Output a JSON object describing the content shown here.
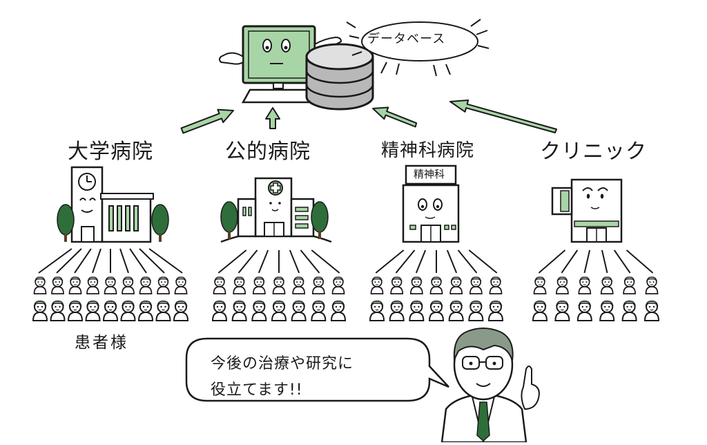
{
  "database": {
    "label": "データベース",
    "icon": "database-cylinder-icon"
  },
  "computer": {
    "icon": "computer-monitor-icon"
  },
  "facilities": [
    {
      "id": "university",
      "label": "大学病院"
    },
    {
      "id": "public",
      "label": "公的病院"
    },
    {
      "id": "psychiatric",
      "label": "精神科病院",
      "sign": "精神科"
    },
    {
      "id": "clinic",
      "label": "クリニック"
    }
  ],
  "patients_label": "患者様",
  "speech": {
    "line1": "今後の治療や研究に",
    "line2": "役立てます!!"
  },
  "colors": {
    "accent": "#a8d5a6",
    "accent_dark": "#2e6e3a",
    "ink": "#1a1a1a",
    "tree": "#2e6e3a"
  }
}
